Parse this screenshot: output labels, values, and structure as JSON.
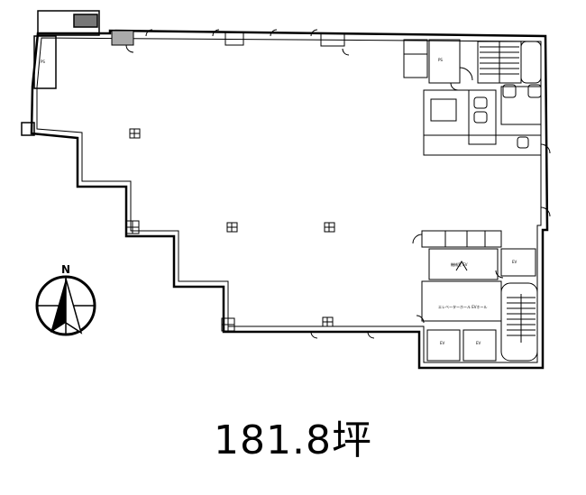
{
  "plan": {
    "area_label": "181.8坪",
    "compass_label": "N",
    "room_labels": {
      "ps_left": "PS",
      "ps_right": "PS",
      "ev_hall": "エレベーターホール EVホール",
      "ev_top": "EV",
      "ev_bottom_left": "EV",
      "ev_bottom_right": "EV",
      "mech": "機械室 EV"
    }
  }
}
